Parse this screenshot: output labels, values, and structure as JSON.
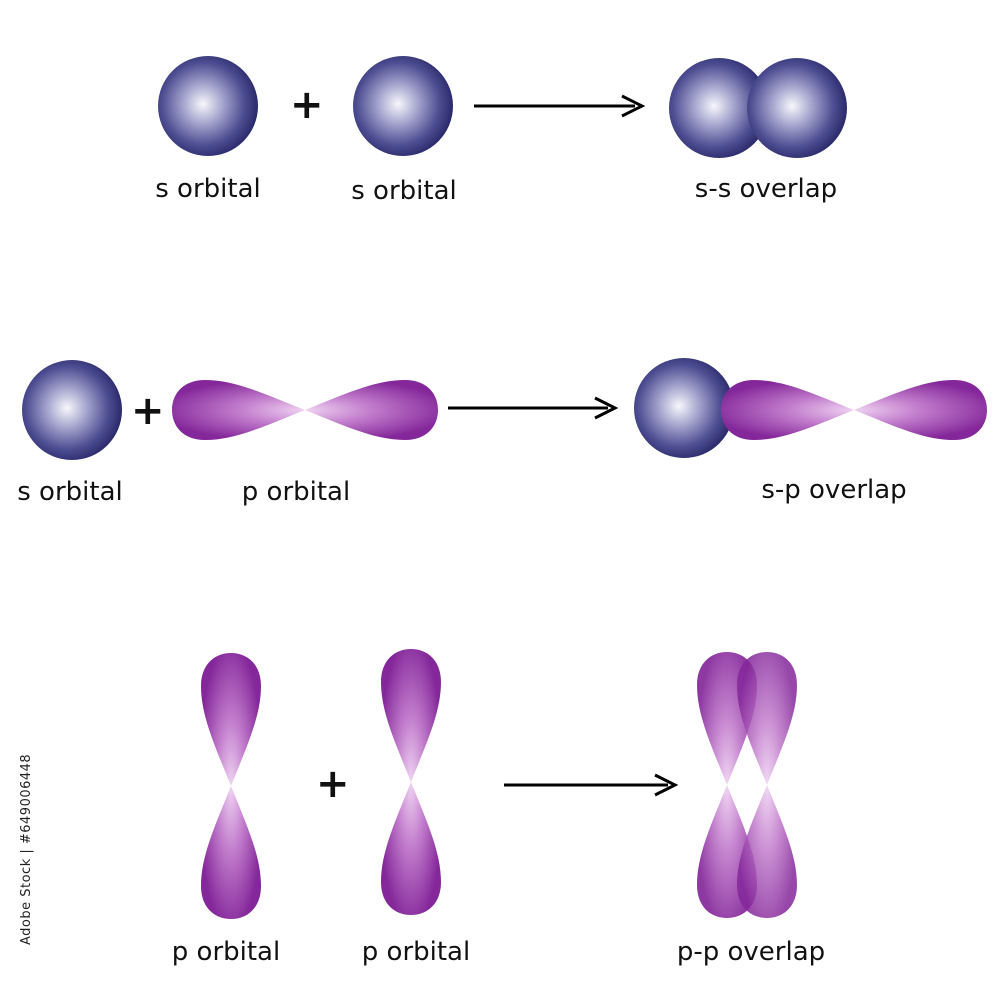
{
  "rows": [
    {
      "left_label": "s orbital",
      "right_label": "s orbital",
      "result_label": "s-s overlap",
      "operator": "+"
    },
    {
      "left_label": "s orbital",
      "right_label": "p orbital",
      "result_label": "s-p overlap",
      "operator": "+"
    },
    {
      "left_label": "p orbital",
      "right_label": "p orbital",
      "result_label": "p-p overlap",
      "operator": "+"
    }
  ],
  "watermark": "Adobe Stock | #649006448",
  "colors": {
    "s_orbital_center": "#f4f4fb",
    "s_orbital_edge": "#2b2b6e",
    "p_orbital_center": "#e9c4ee",
    "p_orbital_edge": "#7a1f8c",
    "arrow": "#000000",
    "text": "#111111"
  }
}
